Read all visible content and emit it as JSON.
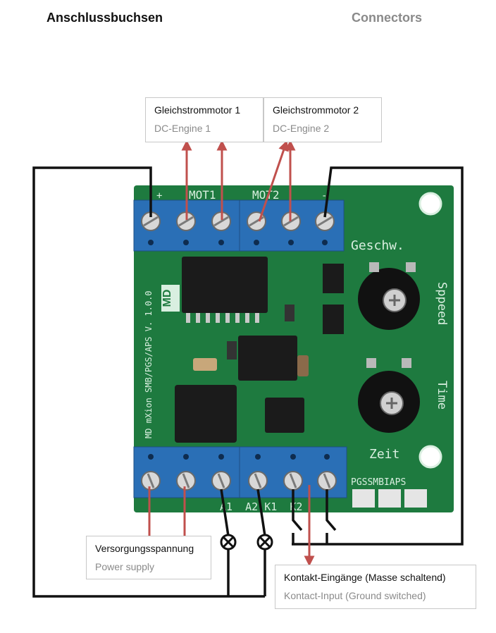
{
  "headings": {
    "german": "Anschlussbuchsen",
    "english": "Connectors"
  },
  "labels": {
    "motor1": {
      "de": "Gleichstrommotor 1",
      "en": "DC-Engine 1"
    },
    "motor2": {
      "de": "Gleichstrommotor 2",
      "en": "DC-Engine 2"
    },
    "power": {
      "de": "Versorgungsspannung",
      "en": "Power supply"
    },
    "contact": {
      "de": "Kontakt-Eingänge (Masse schaltend)",
      "en": "Kontact-Input (Ground switched)"
    }
  },
  "board": {
    "plus": "+",
    "minus": "-",
    "mot1": "MOT1",
    "mot2": "MOT2",
    "speed_de": "Geschw.",
    "speed_en": "Sppeed",
    "time_en": "Time",
    "time_de": "Zeit",
    "side_text": "MD mXion SMB/PGS/APS V. 1.0.0",
    "logo": "MD",
    "bottom_pins": "A1  A2 K1  K2",
    "variants": "PGSSMBIAPS"
  },
  "colors": {
    "board": "#1e7a3f",
    "terminal": "#2a6fb6",
    "arrow": "#c0504d",
    "wire": "#111111"
  }
}
